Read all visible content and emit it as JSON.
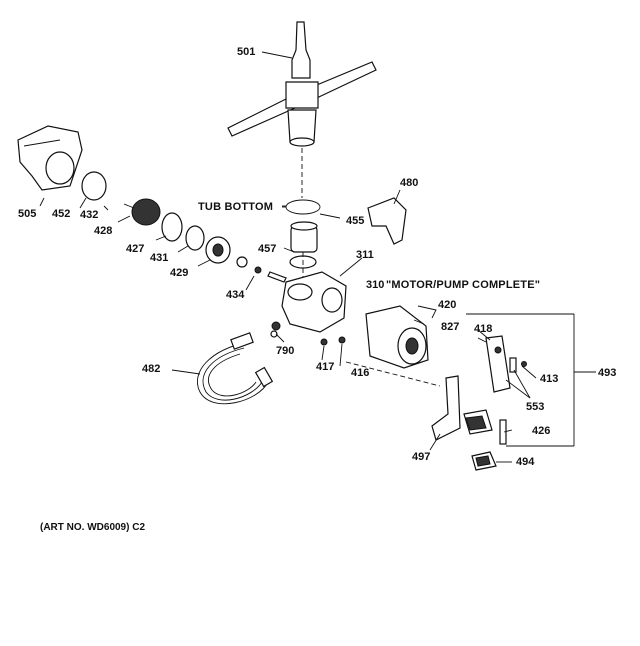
{
  "diagram": {
    "labels": {
      "p501": "501",
      "p505": "505",
      "p452": "452",
      "p432": "432",
      "p428": "428",
      "p427": "427",
      "p431": "431",
      "p429": "429",
      "tub_bottom": "TUB BOTTOM",
      "p455": "455",
      "p457": "457",
      "p480": "480",
      "p311": "311",
      "p310": "310",
      "motor_pump": "\"MOTOR/PUMP COMPLETE\"",
      "p434": "434",
      "p420": "420",
      "p827": "827",
      "p418": "418",
      "p790": "790",
      "p417": "417",
      "p416": "416",
      "p413": "413",
      "p493": "493",
      "p482": "482",
      "p553": "553",
      "p426": "426",
      "p497": "497",
      "p494": "494"
    },
    "art_number": "(ART NO. WD6009) C2"
  }
}
